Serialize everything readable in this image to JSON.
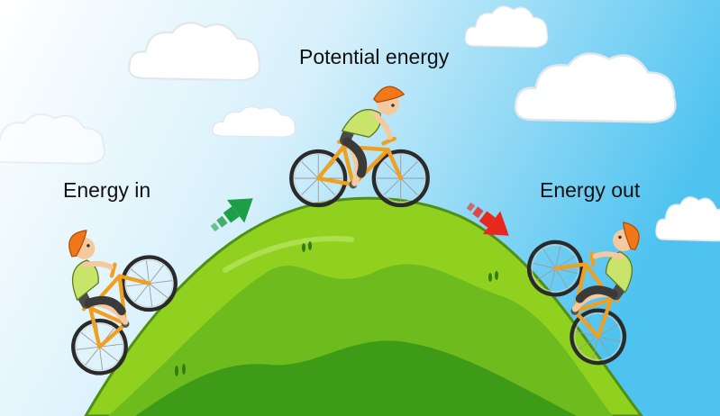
{
  "labels": {
    "potential": "Potential energy",
    "energy_in": "Energy in",
    "energy_out": "Energy out"
  },
  "colors": {
    "sky_left": "#ffffff",
    "sky_right": "#4fc3f0",
    "hill_light": "#8fd11e",
    "hill_mid": "#6dbb1c",
    "hill_dark": "#3e9b18",
    "arrow_up": "#1f9e4a",
    "arrow_down": "#e8281e",
    "helmet": "#f07818",
    "jersey": "#c9e46a",
    "bike_frame": "#f0a020"
  },
  "icons": [
    "cloud-icon",
    "cyclist-icon",
    "arrow-up-right-icon",
    "arrow-down-right-icon"
  ]
}
